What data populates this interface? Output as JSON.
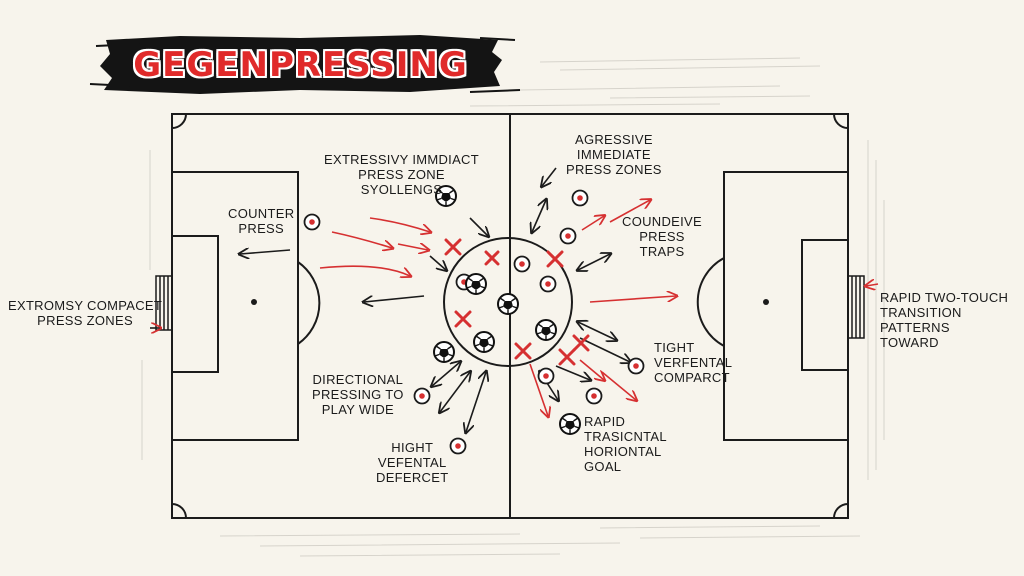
{
  "title": "GEGENPRESSING",
  "colors": {
    "background": "#f7f4ec",
    "ink": "#1b1b1b",
    "accent": "#d63031",
    "banner": "#141414"
  },
  "labels": {
    "extremsy": [
      "EXTROMSY COMPACET",
      "PRESS ZONES"
    ],
    "counter": [
      "COUNTER",
      "PRESS"
    ],
    "extressivy": [
      "EXTRESSIVY IMMDIACT",
      "PRESS ZONE",
      "SYOLLENGS"
    ],
    "agresive": [
      "AGRESSIVE",
      "IMMEDIATE",
      "PRESS ZONES"
    ],
    "coundeive": [
      "COUNDEIVE",
      "PRESS",
      "TRAPS"
    ],
    "rapid_two": [
      "RAPID TWO-TOUCH",
      "TRANSITION",
      "PATTERNS",
      "TOWARD"
    ],
    "tight": [
      "TIGHT",
      "VERFENTAL",
      "COMPARCT"
    ],
    "directional": [
      "DIRECTIONAL",
      "PRESSING TO",
      "PLAY WIDE"
    ],
    "hight": [
      "HIGHT",
      "VEFENTAL",
      "DEFERCET"
    ],
    "rapid_tras": [
      "RAPID",
      "TRASICNTAL",
      "HORIONTAL",
      "GOAL"
    ]
  },
  "icons": {
    "players": "player-marker-icon",
    "pressure_markers": "pressure-x-icon",
    "balls": "soccer-ball-icon"
  }
}
